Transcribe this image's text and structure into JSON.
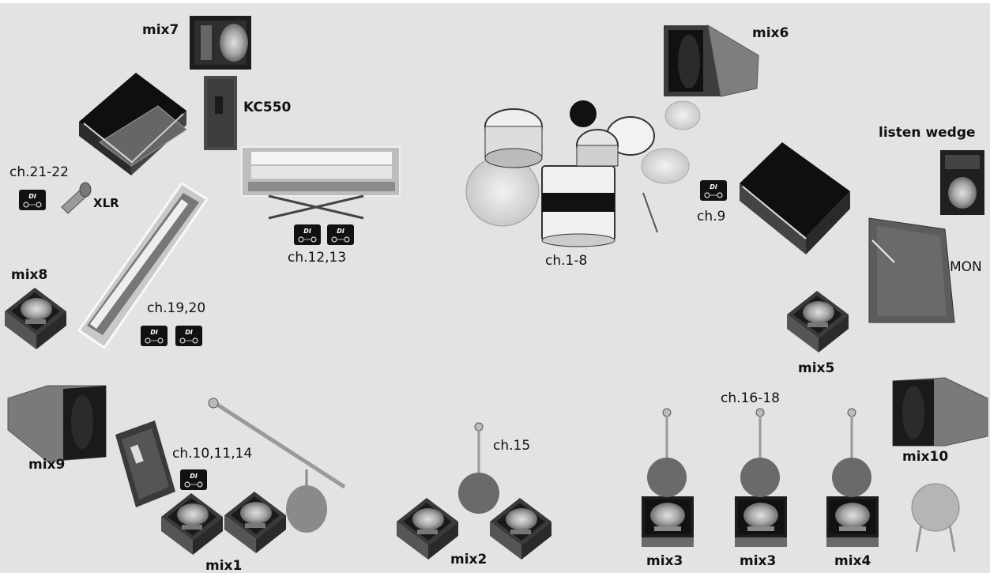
{
  "labels": {
    "mix7": "mix7",
    "mix6": "mix6",
    "kc550": "KC550",
    "listen_wedge": "listen wedge",
    "ch21_22": "ch.21-22",
    "xlr": "XLR",
    "ch9": "ch.9",
    "ch12_13": "ch.12,13",
    "ch1_8": "ch.1-8",
    "mon": "MON",
    "mix8": "mix8",
    "ch19_20": "ch.19,20",
    "mix5": "mix5",
    "ch16_18": "ch.16-18",
    "mix9": "mix9",
    "ch10_11_14": "ch.10,11,14",
    "ch15": "ch.15",
    "mix10": "mix10",
    "mix1": "mix1",
    "mix2": "mix2",
    "mix3a": "mix3",
    "mix3b": "mix3",
    "mix4": "mix4"
  },
  "di_box_text": "DI"
}
